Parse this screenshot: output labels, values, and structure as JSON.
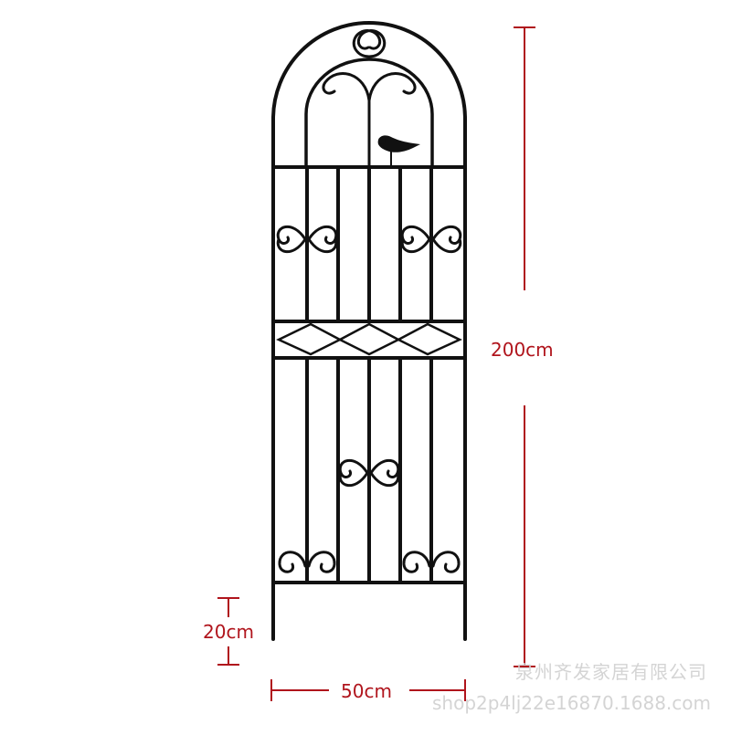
{
  "product": {
    "type": "garden-trellis",
    "ornament": "bird",
    "color": "#111111"
  },
  "dimensions": {
    "height": {
      "label": "200cm",
      "color": "#b0141c"
    },
    "width": {
      "label": "50cm",
      "color": "#b0141c"
    },
    "stake": {
      "label": "20cm",
      "color": "#b0141c"
    }
  },
  "watermark": {
    "company": "泉州齐发家居有限公司",
    "url": "shop2p4lj22e16870.1688.com",
    "color": "#d4d4d4"
  }
}
